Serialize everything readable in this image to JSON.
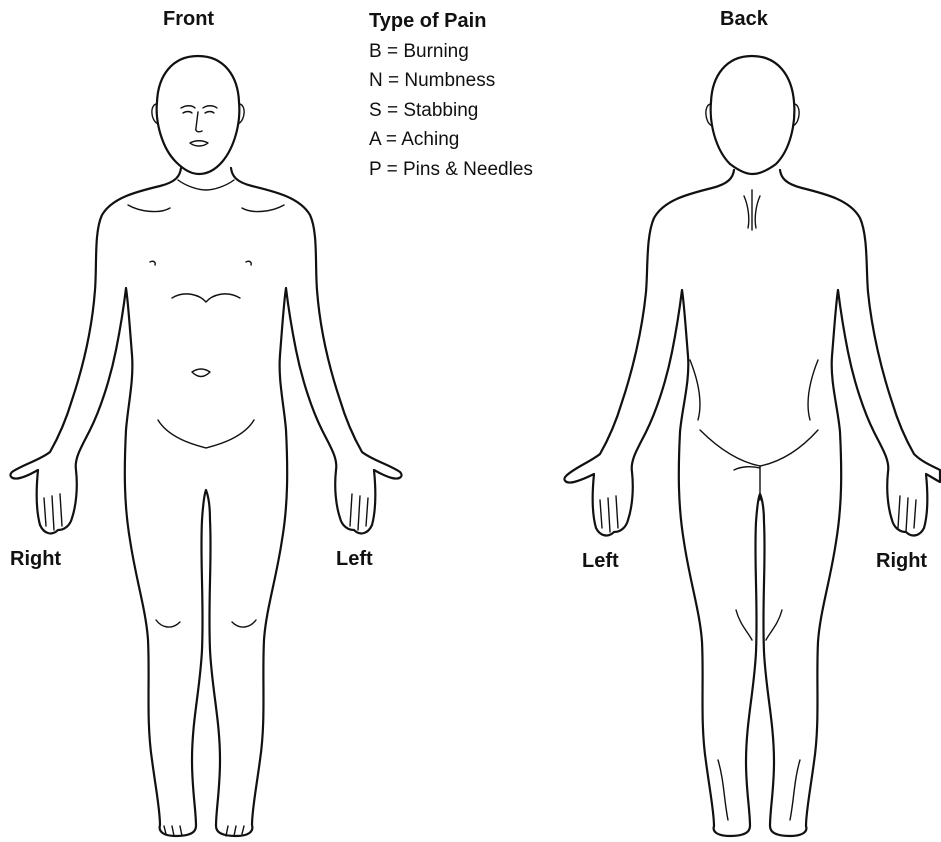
{
  "headings": {
    "front": "Front",
    "back": "Back"
  },
  "legend": {
    "title": "Type of Pain",
    "items": [
      {
        "text": "B = Burning"
      },
      {
        "text": "N = Numbness"
      },
      {
        "text": "S = Stabbing"
      },
      {
        "text": "A = Aching"
      },
      {
        "text": "P = Pins & Needles"
      }
    ]
  },
  "side_labels": {
    "front_right": "Right",
    "front_left": "Left",
    "back_left": "Left",
    "back_right": "Right"
  }
}
